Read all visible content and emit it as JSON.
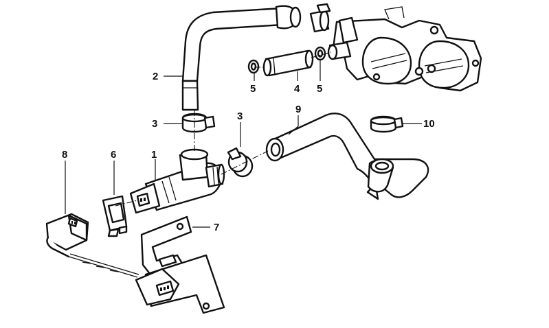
{
  "callouts": [
    {
      "id": "1",
      "label": "1"
    },
    {
      "id": "2",
      "label": "2"
    },
    {
      "id": "3a",
      "label": "3"
    },
    {
      "id": "3b",
      "label": "3"
    },
    {
      "id": "4",
      "label": "4"
    },
    {
      "id": "5a",
      "label": "5"
    },
    {
      "id": "5b",
      "label": "5"
    },
    {
      "id": "6",
      "label": "6"
    },
    {
      "id": "7",
      "label": "7"
    },
    {
      "id": "8",
      "label": "8"
    },
    {
      "id": "9",
      "label": "9"
    },
    {
      "id": "10",
      "label": "10"
    }
  ],
  "colors": {
    "line": "#111111",
    "background": "#ffffff"
  }
}
